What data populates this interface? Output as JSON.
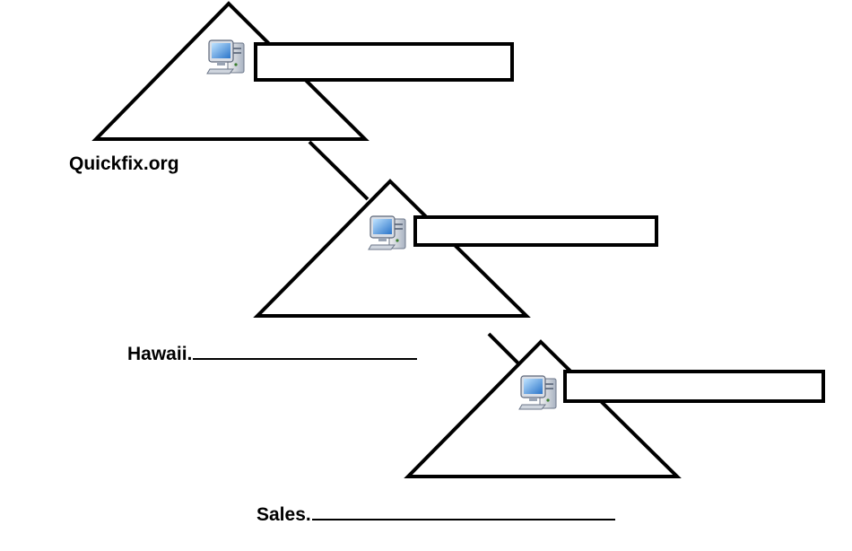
{
  "diagram": {
    "domains": [
      {
        "label": "Quickfix.org",
        "blank": false,
        "icon": "computer-icon"
      },
      {
        "label": "Hawaii.",
        "blank": true,
        "icon": "computer-icon"
      },
      {
        "label": "Sales.",
        "blank": true,
        "icon": "computer-icon"
      }
    ],
    "colors": {
      "stroke": "#000000",
      "fill": "#ffffff",
      "monitor": "#4a8fd6"
    }
  }
}
